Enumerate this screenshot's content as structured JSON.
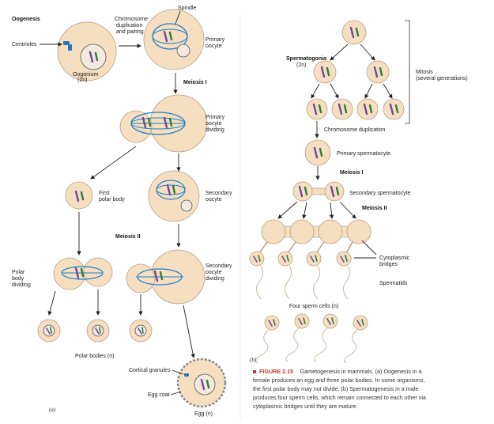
{
  "oogenesis": {
    "title": "Oogenesis",
    "centrioles": "Centrioles",
    "oogonium": "Oogonium",
    "oogonium_ploidy": "(2n)",
    "chromosome_duplication_l1": "Chromosome",
    "chromosome_duplication_l2": "duplication",
    "chromosome_duplication_l3": "and pairing",
    "spindle": "Spindle",
    "primary_oocyte_l1": "Primary",
    "primary_oocyte_l2": "oocyte",
    "meiosis_i": "Meiosis I",
    "primary_oocyte_dividing_l1": "Primary",
    "primary_oocyte_dividing_l2": "oocyte",
    "primary_oocyte_dividing_l3": "dividing",
    "first_polar_body_l1": "First",
    "first_polar_body_l2": "polar body",
    "secondary_oocyte_l1": "Secondary",
    "secondary_oocyte_l2": "oocyte",
    "meiosis_ii": "Meiosis II",
    "polar_body_dividing_l1": "Polar",
    "polar_body_dividing_l2": "body",
    "polar_body_dividing_l3": "dividing",
    "secondary_oocyte_dividing_l1": "Secondary",
    "secondary_oocyte_dividing_l2": "oocyte",
    "secondary_oocyte_dividing_l3": "dividing",
    "polar_bodies": "Polar bodies (n)",
    "cortical_granules": "Cortical granules",
    "egg_coat": "Egg coat",
    "egg": "Egg (n)",
    "panel": "(a)"
  },
  "spermatogenesis": {
    "spermatogonia": "Spermatogonia",
    "spermatogonia_ploidy": "(2n)",
    "mitosis_l1": "Mitosis",
    "mitosis_l2": "(several generations)",
    "chromosome_duplication": "Chromosome duplication",
    "primary_spermatocyte": "Primary spermatocyte",
    "meiosis_i": "Meiosis I",
    "secondary_spermatocyte": "Secondary spermatocyte",
    "meiosis_ii": "Meiosis II",
    "cytoplasmic_bridges_l1": "Cytoplasmic",
    "cytoplasmic_bridges_l2": "bridges",
    "spermatids": "Spermatids",
    "four_sperm": "Four sperm cells (n)",
    "panel": "(b)"
  },
  "caption": {
    "figure": "FIGURE 2.15",
    "line1": "Gametogenesis in mammals. (a) Oogenesis in a",
    "line2": "female produces an egg and three polar bodies. In some organisms,",
    "line3": "the first polar body may not divide. (b) Spermatogenesis in a male",
    "line4": "produces four sperm cells, which remain connected to each other via",
    "line5": "cytoplasmic bridges until they are mature."
  },
  "colors": {
    "cell": "#f6dfc0",
    "spindle": "#1f7fc6",
    "centriole": "#2e75b6",
    "chromosome_purple": "#6a4a9c",
    "chromosome_green": "#2f7d3b",
    "caption_accent": "#c0392b"
  }
}
